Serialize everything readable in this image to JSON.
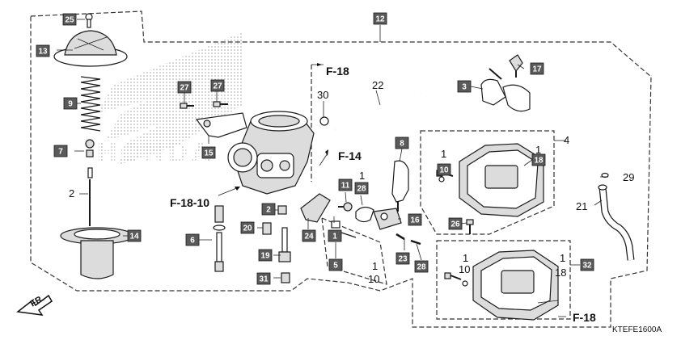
{
  "diagram": {
    "callouts_boxed": [
      "25",
      "13",
      "9",
      "7",
      "14",
      "6",
      "20",
      "2",
      "19",
      "31",
      "27",
      "27",
      "15",
      "12",
      "17",
      "3",
      "8",
      "11",
      "28",
      "24",
      "1",
      "5",
      "16",
      "26",
      "25",
      "18",
      "10",
      "32",
      "28",
      "23",
      "18"
    ],
    "box_labels": {
      "b25": "25",
      "b13": "13",
      "b9": "9",
      "b7": "7",
      "b14": "14",
      "b6": "6",
      "b20": "20",
      "b2": "2",
      "b19": "19",
      "b31": "31",
      "b27a": "27",
      "b27b": "27",
      "b15": "15",
      "b12": "12",
      "b17": "17",
      "b3": "3",
      "b8": "8",
      "b11": "11",
      "b28a": "28",
      "b24": "24",
      "b1": "1",
      "b5": "5",
      "b16": "16",
      "b26": "26",
      "b18a": "18",
      "b10": "10",
      "b32": "32",
      "b28b": "28",
      "b23": "23"
    },
    "plain_labels": {
      "n2": "2",
      "n30": "30",
      "n22": "22",
      "n4": "4",
      "n1a": "1",
      "n1b": "1",
      "n1c": "1",
      "n10a": "10",
      "n29": "29",
      "n21": "21",
      "n1d": "1",
      "n10b": "10",
      "n1e": "1",
      "n18b": "18",
      "n1f": "1",
      "n10c": "10"
    },
    "refs": {
      "f18_top": "F-18",
      "f14": "F-14",
      "f1810": "F-18-10",
      "f18_bottom": "F-18"
    },
    "direction_label": "FR.",
    "diagram_code": "KTEFE1600A"
  }
}
